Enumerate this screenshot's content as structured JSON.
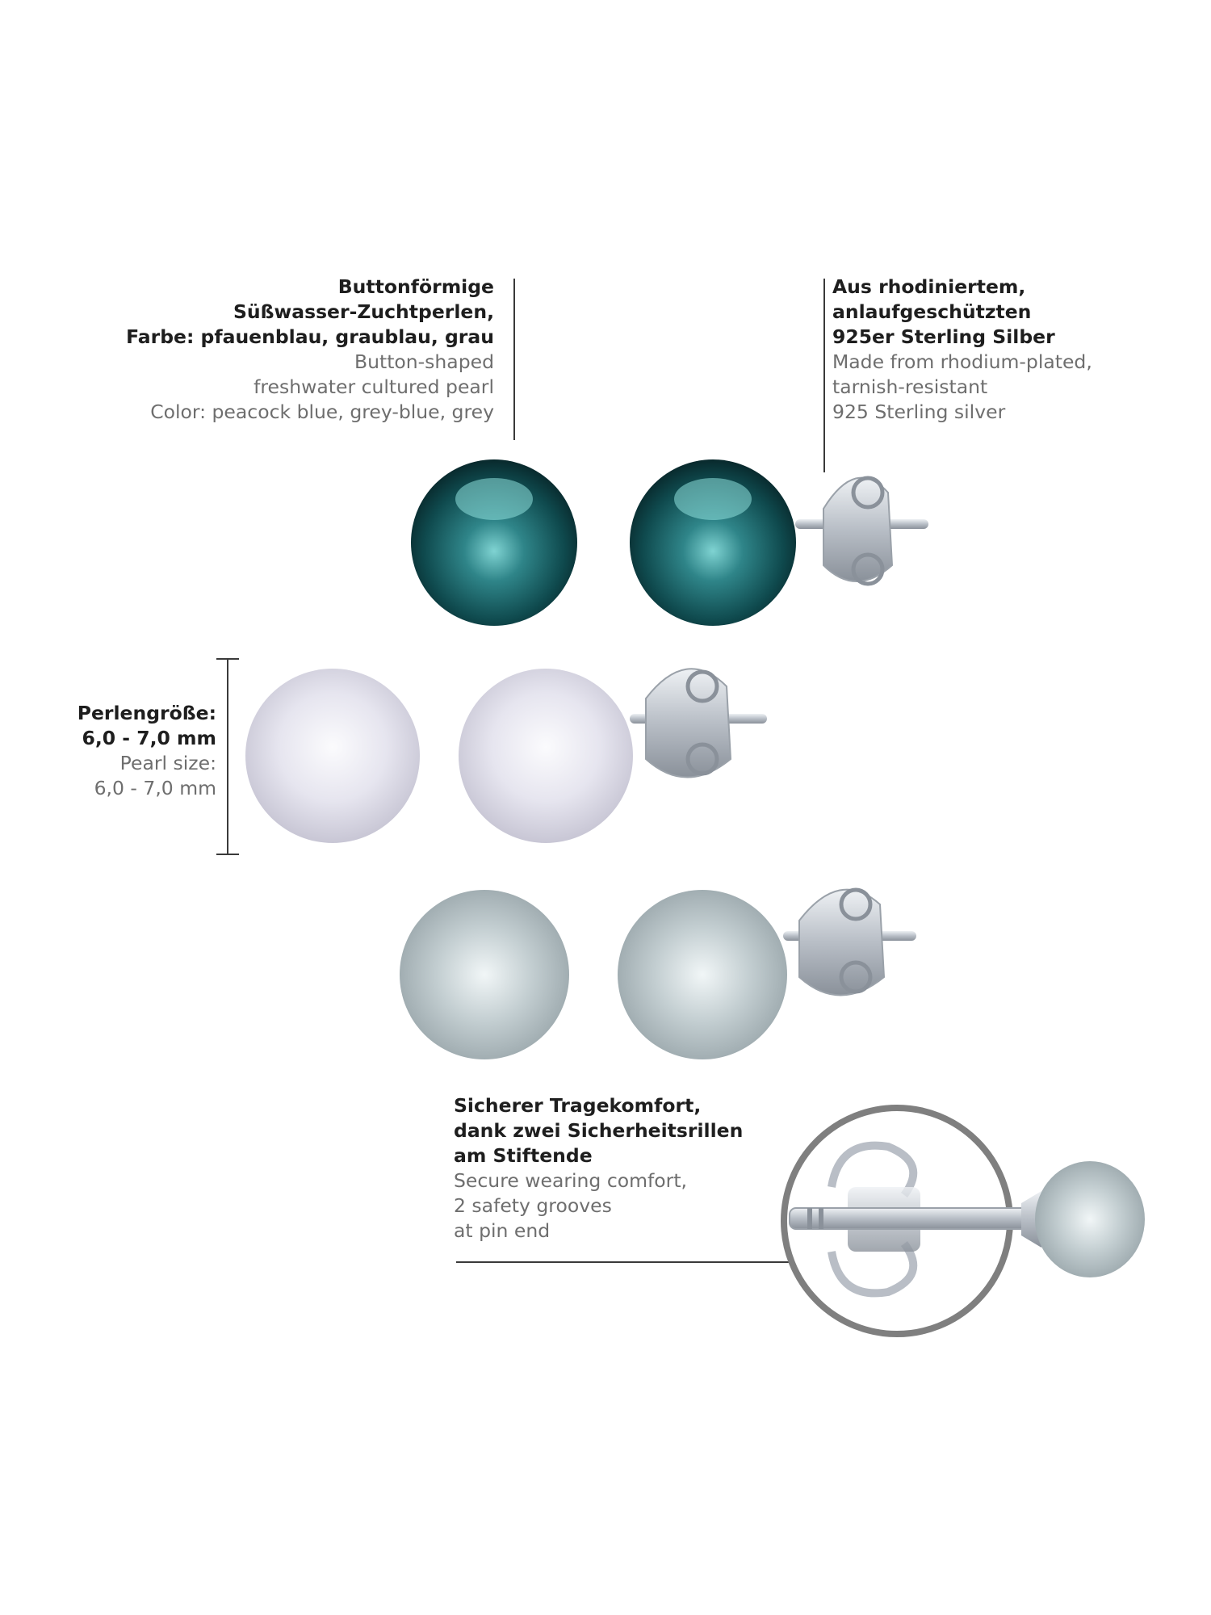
{
  "annotations": {
    "pearl_type": {
      "de": [
        "Buttonförmige",
        "Süßwasser-Zuchtperlen,",
        "Farbe: pfauenblau, graublau, grau"
      ],
      "en": [
        "Button-shaped",
        "freshwater cultured pearl",
        "Color: peacock blue, grey-blue, grey"
      ]
    },
    "material": {
      "de": [
        "Aus rhodiniertem,",
        "anlaufgeschützten",
        "925er Sterling Silber"
      ],
      "en": [
        "Made from rhodium-plated,",
        "tarnish-resistant",
        "925 Sterling silver"
      ]
    },
    "pearl_size": {
      "de": [
        "Perlengröße:",
        "6,0 - 7,0 mm"
      ],
      "en": [
        "Pearl size:",
        "6,0 - 7,0 mm"
      ]
    },
    "comfort": {
      "de": [
        "Sicherer Tragekomfort,",
        "dank zwei Sicherheitsrillen",
        "am Stiftende"
      ],
      "en": [
        "Secure wearing comfort,",
        "2 safety grooves",
        "at pin end"
      ]
    }
  },
  "colors": {
    "peacock_blue": "#0f4a4e",
    "grey_blue": "#d7d7e4",
    "grey": "#a9b6b9",
    "silver": "#c9ced4",
    "text_de": "#1e1e1e",
    "text_en": "#6e6e6e"
  }
}
